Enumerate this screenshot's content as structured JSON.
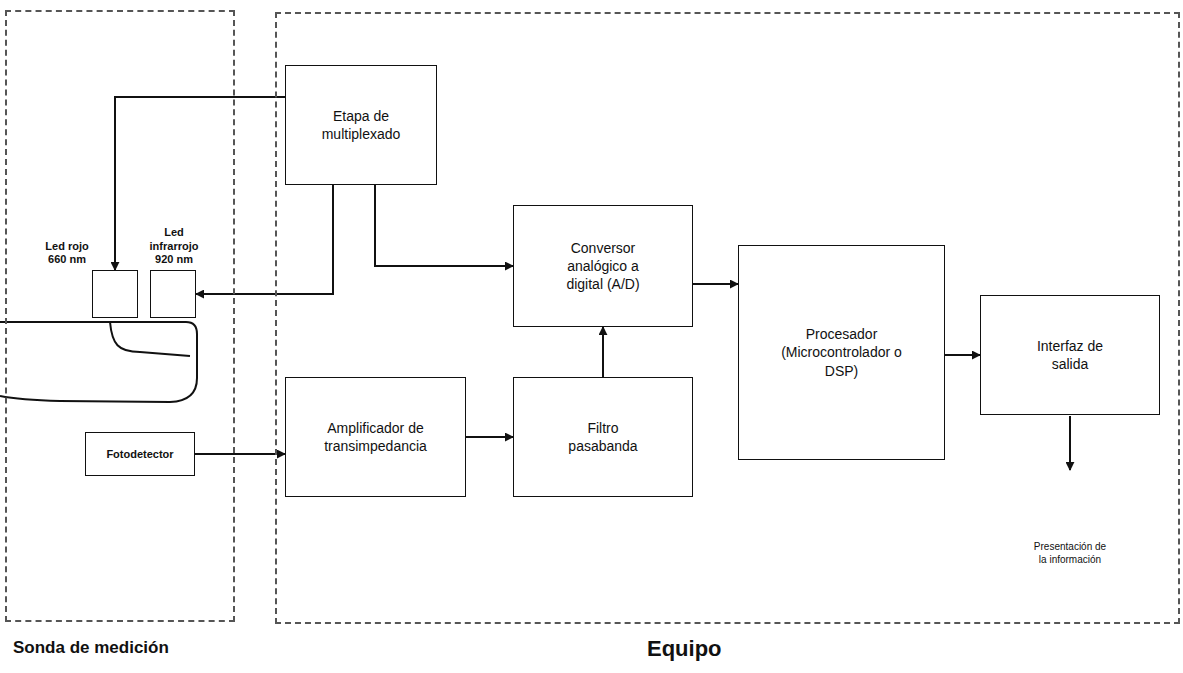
{
  "diagram": {
    "nodes": [
      {
        "text": [
          "Sonda de medición"
        ]
      },
      {
        "text": [
          "Led rojo 660 nm"
        ],
        "in": 0
      },
      {
        "text": [
          "Led infrarrojo 920 nm"
        ],
        "in": 0
      },
      {
        "text": [
          "Fotodetector"
        ],
        "in": 0
      },
      {
        "text": [
          "Equipo"
        ]
      },
      {
        "text": [
          "Etapa de multiplexado"
        ],
        "in": 4
      },
      {
        "text": [
          "Conversor analógico a digital (A/D)"
        ],
        "in": 4
      },
      {
        "text": [
          "Procesador (Microcontrolador o DSP)"
        ],
        "in": 4
      },
      {
        "text": [
          "Interfaz de salida"
        ],
        "in": 4
      },
      {
        "text": [
          "Amplificador de transimpedancia"
        ],
        "in": 4
      },
      {
        "text": [
          "Filtro pasabanda"
        ],
        "in": 4
      }
    ],
    "edges": [
      {
        "from": 5,
        "to": 1,
        "arrow": "to"
      },
      {
        "from": 5,
        "to": 2,
        "arrow": "to"
      },
      {
        "from": 5,
        "to": 6,
        "arrow": "to"
      },
      {
        "from": 3,
        "to": 9,
        "arrow": "to"
      },
      {
        "from": 9,
        "to": 10,
        "arrow": "to"
      },
      {
        "from": 10,
        "to": 6,
        "arrow": "to"
      },
      {
        "from": 6,
        "to": 7,
        "arrow": "to"
      },
      {
        "from": 7,
        "to": 8,
        "arrow": "to"
      }
    ],
    "labels": [
      "Presentación de la información"
    ]
  }
}
